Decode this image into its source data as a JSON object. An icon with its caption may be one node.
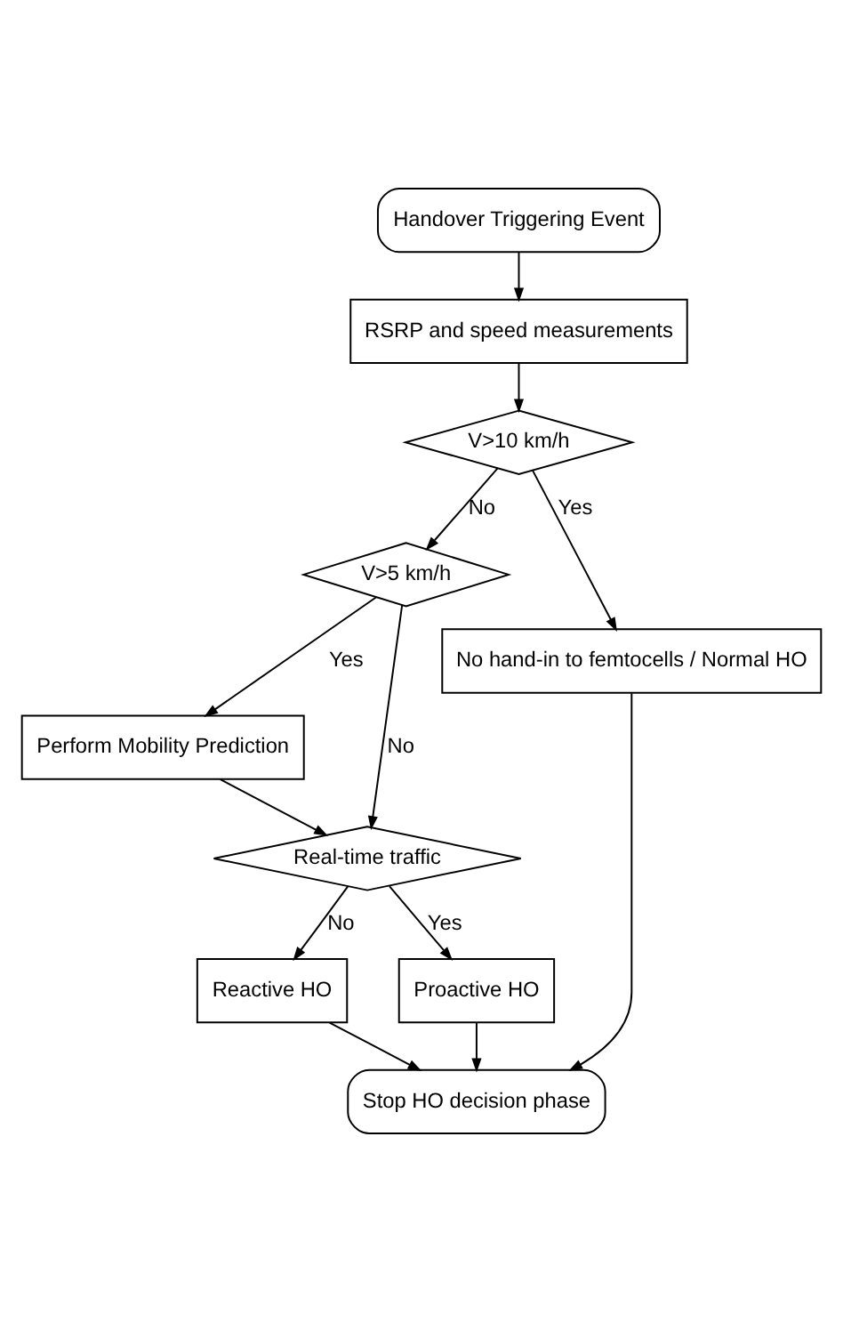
{
  "diagram": {
    "nodes": [
      {
        "text": [
          "Handover Triggering Event"
        ]
      },
      {
        "text": [
          "RSRP and speed measurements"
        ]
      },
      {
        "text": [
          "V>10 km/h"
        ]
      },
      {
        "text": [
          "V>5 km/h"
        ]
      },
      {
        "text": [
          "Perform Mobility Prediction"
        ]
      },
      {
        "text": [
          "Real-time traffic"
        ]
      },
      {
        "text": [
          "Reactive HO"
        ]
      },
      {
        "text": [
          "Proactive HO"
        ]
      },
      {
        "text": [
          "No hand-in to femtocells / Normal HO"
        ]
      },
      {
        "text": [
          "Stop HO decision phase"
        ]
      }
    ],
    "edges": [
      {
        "from": 0,
        "to": 1,
        "arrow": "to"
      },
      {
        "from": 1,
        "to": 2,
        "arrow": "to"
      },
      {
        "from": 2,
        "to": 3,
        "arrow": "to",
        "label": "No"
      },
      {
        "from": 2,
        "to": 8,
        "arrow": "to",
        "label": "Yes"
      },
      {
        "from": 3,
        "to": 4,
        "arrow": "to",
        "label": "Yes"
      },
      {
        "from": 3,
        "to": 5,
        "arrow": "to",
        "label": "No"
      },
      {
        "from": 4,
        "to": 5,
        "arrow": "to"
      },
      {
        "from": 5,
        "to": 6,
        "arrow": "to",
        "label": "No"
      },
      {
        "from": 5,
        "to": 7,
        "arrow": "to",
        "label": "Yes"
      },
      {
        "from": 6,
        "to": 9,
        "arrow": "to"
      },
      {
        "from": 7,
        "to": 9,
        "arrow": "to"
      },
      {
        "from": 8,
        "to": 9,
        "arrow": "to"
      }
    ]
  }
}
